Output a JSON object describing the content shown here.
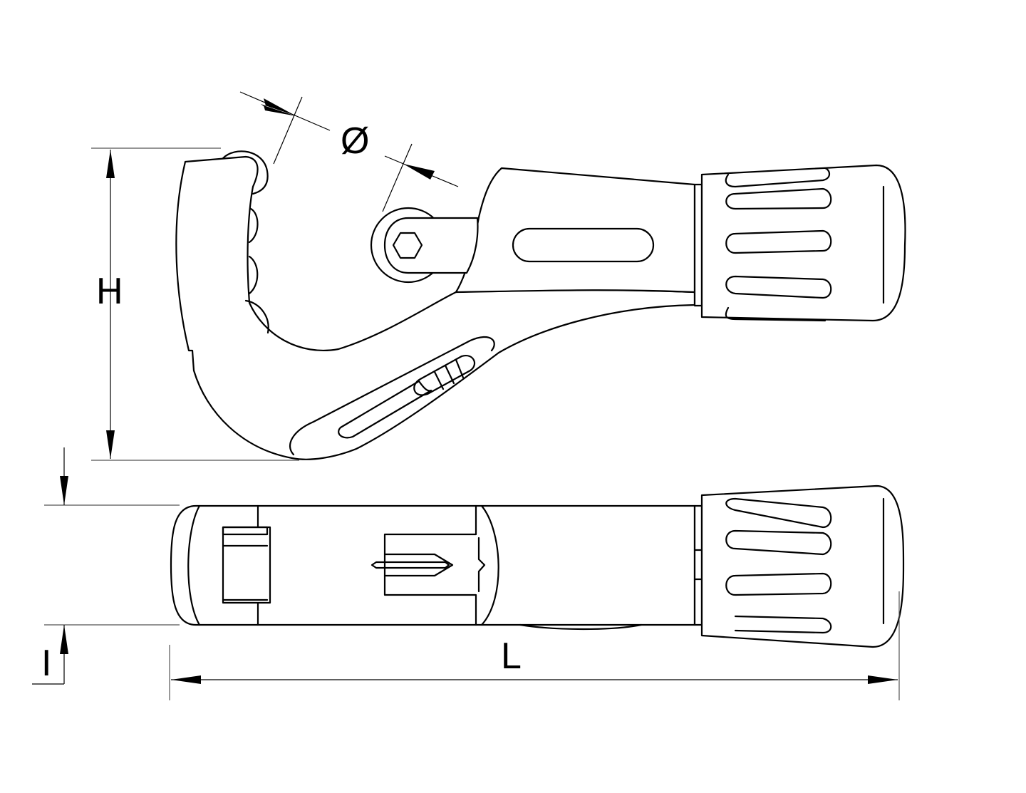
{
  "diagram": {
    "subject": "Pipe/tube cutter technical drawing",
    "views": [
      "side view",
      "top view"
    ],
    "line_color": "#000000",
    "background_color": "#ffffff"
  },
  "dimensions": {
    "height": {
      "label": "H"
    },
    "diameter": {
      "label": "Ø"
    },
    "length": {
      "label": "L"
    },
    "width": {
      "label": "I"
    }
  }
}
